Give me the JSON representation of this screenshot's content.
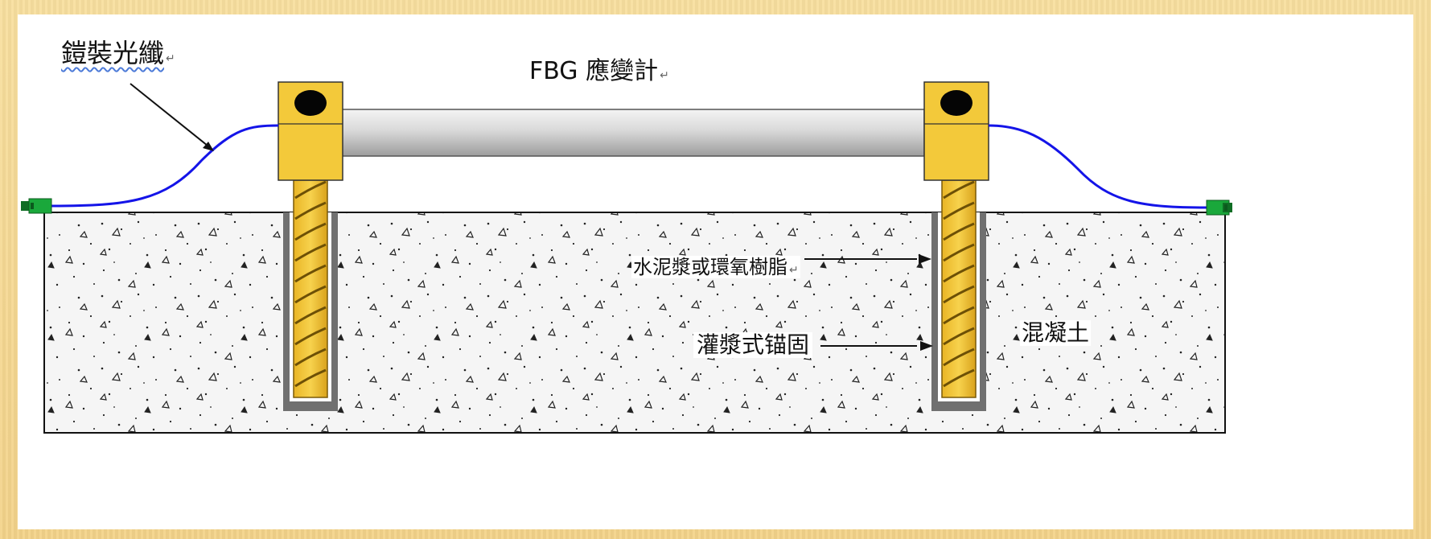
{
  "labels": {
    "armored_fiber": "鎧裝光纖",
    "fbg_strain_gauge": "FBG 應變計",
    "grout_or_epoxy": "水泥漿或環氧樹脂",
    "grouted_anchor": "灌漿式锚固",
    "concrete": "混凝土",
    "return_mark": "↵"
  },
  "colors": {
    "background": "#f6dc9c",
    "bracket": "#f2c737",
    "bracket_shadow": "#e5b52b",
    "gauge_tube": "#d6d6d6",
    "fiber": "#1515e6",
    "connector": "#17a73a",
    "concrete": "#f4f4f4",
    "grout_sleeve": "#6e6e6e",
    "rebar": "#f2c737",
    "rebar_rib": "#8a6a10"
  }
}
